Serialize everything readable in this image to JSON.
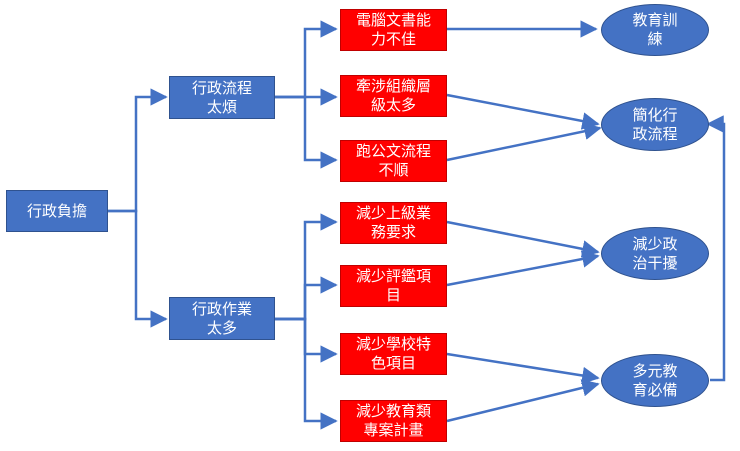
{
  "colors": {
    "blue_node": "#4472c4",
    "blue_border": "#2f528f",
    "red_node": "#ff0000",
    "connector": "#4472c4",
    "text": "#ffffff"
  },
  "nodes": {
    "root": "行政負擔",
    "cause_flow": "行政流程\n太煩",
    "cause_work": "行政作業\n太多",
    "r1": "電腦文書能\n力不佳",
    "r2": "牽涉組織層\n級太多",
    "r3": "跑公文流程\n不順",
    "r4": "減少上級業\n務要求",
    "r5": "減少評鑑項\n目",
    "r6": "減少學校特\n色項目",
    "r7": "減少教育類\n專案計畫",
    "e1": "教育訓\n練",
    "e2": "簡化行\n政流程",
    "e3": "減少政\n治干擾",
    "e4": "多元教\n育必備"
  }
}
